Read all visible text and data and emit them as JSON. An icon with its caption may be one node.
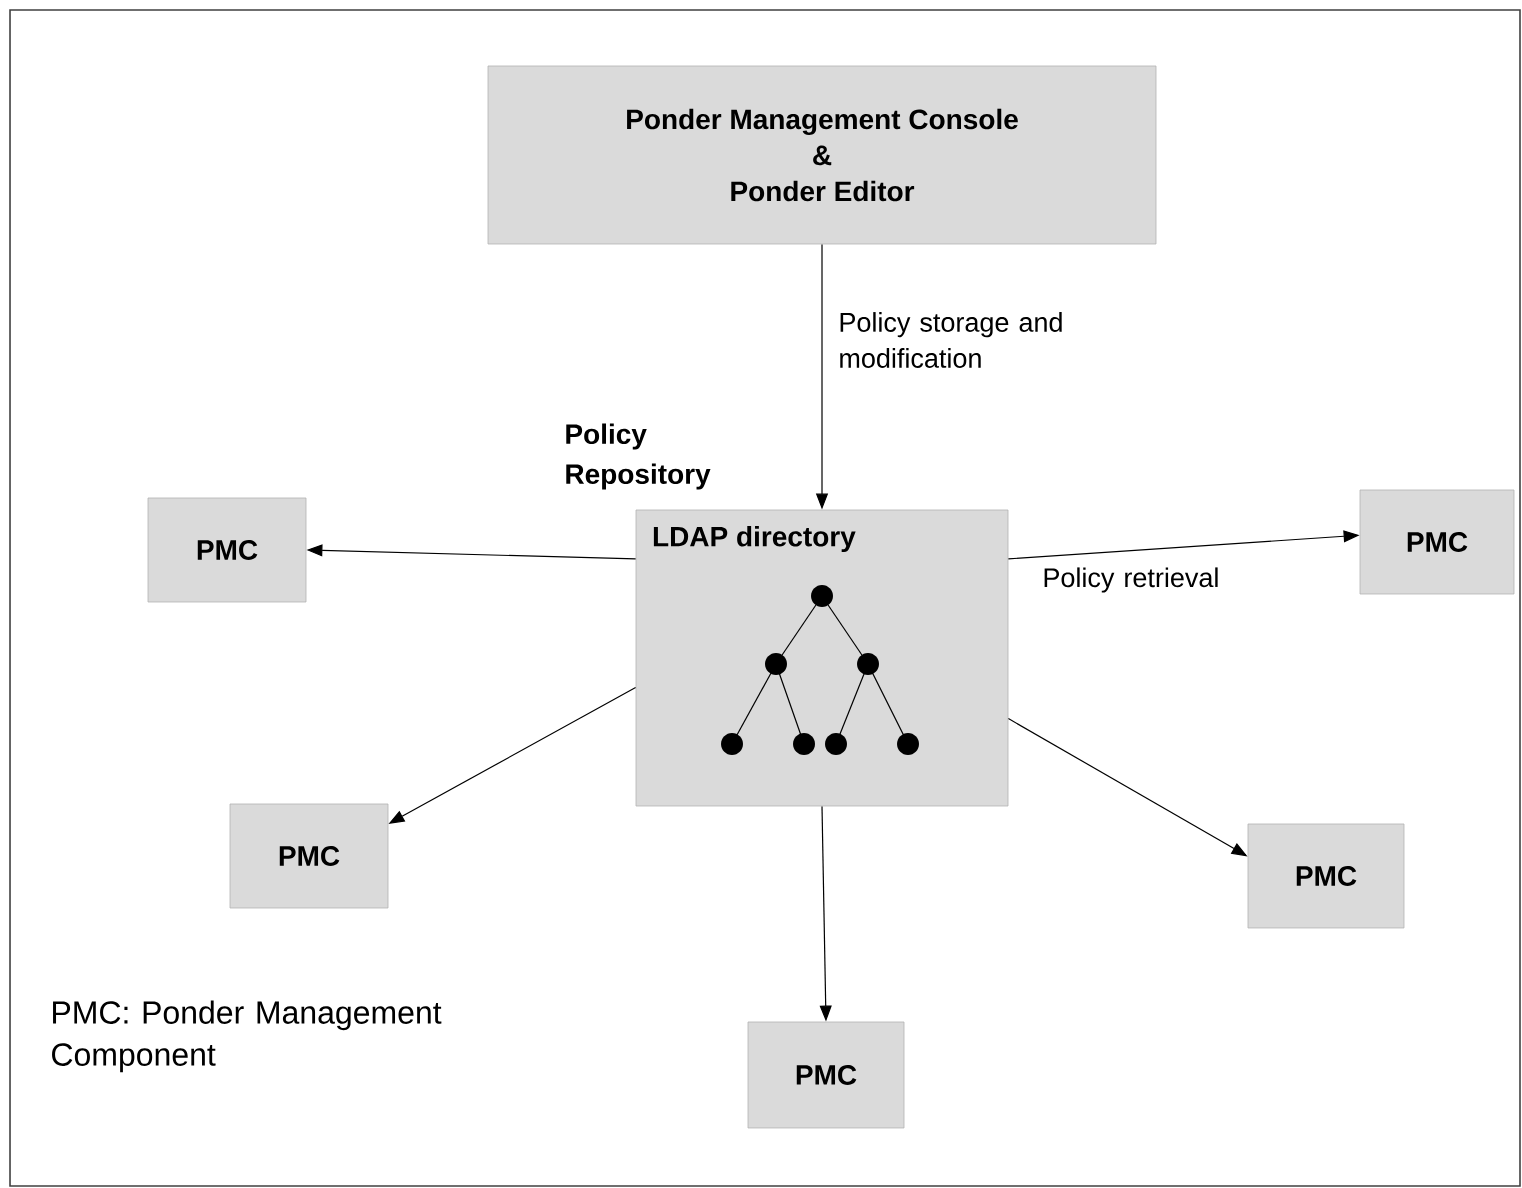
{
  "diagram": {
    "nodes": [
      {
        "text": [
          "Ponder Management Console",
          "&",
          "Ponder Editor"
        ]
      },
      {
        "text": [
          "LDAP directory"
        ],
        "beside": [
          "Policy Repository"
        ]
      },
      {
        "text": [
          "PMC"
        ]
      },
      {
        "text": [
          "PMC"
        ]
      },
      {
        "text": [
          "PMC"
        ]
      },
      {
        "text": [
          "PMC"
        ]
      },
      {
        "text": [
          "PMC"
        ]
      }
    ],
    "edges": [
      {
        "from": 0,
        "to": 1,
        "arrow": "to",
        "label": "Policy storage and modification"
      },
      {
        "from": 1,
        "to": 2,
        "arrow": "to"
      },
      {
        "from": 1,
        "to": 3,
        "arrow": "to",
        "label": "Policy retrieval"
      },
      {
        "from": 1,
        "to": 4,
        "arrow": "to"
      },
      {
        "from": 1,
        "to": 5,
        "arrow": "to"
      },
      {
        "from": 1,
        "to": 6,
        "arrow": "to"
      }
    ],
    "labels": [
      "PMC: Ponder Management Component"
    ]
  }
}
